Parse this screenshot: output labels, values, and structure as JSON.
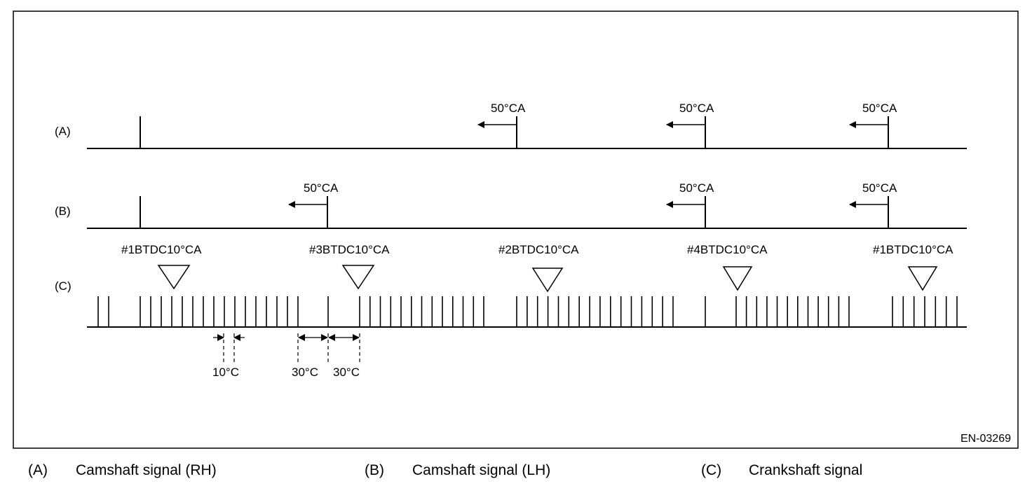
{
  "figure": {
    "id": "EN-03269",
    "row_labels": {
      "a": "(A)",
      "b": "(B)",
      "c": "(C)"
    },
    "advance_label": "50°CA",
    "btdc_labels": [
      "#1BTDC10°CA",
      "#3BTDC10°CA",
      "#2BTDC10°CA",
      "#4BTDC10°CA",
      "#1BTDC10°CA"
    ],
    "dimension_labels": {
      "tooth_pitch": "10°C",
      "gap_left": "30°C",
      "gap_right": "30°C"
    }
  },
  "legend": [
    {
      "key": "(A)",
      "text": "Camshaft signal (RH)"
    },
    {
      "key": "(B)",
      "text": "Camshaft signal (LH)"
    },
    {
      "key": "(C)",
      "text": "Crankshaft signal"
    }
  ]
}
